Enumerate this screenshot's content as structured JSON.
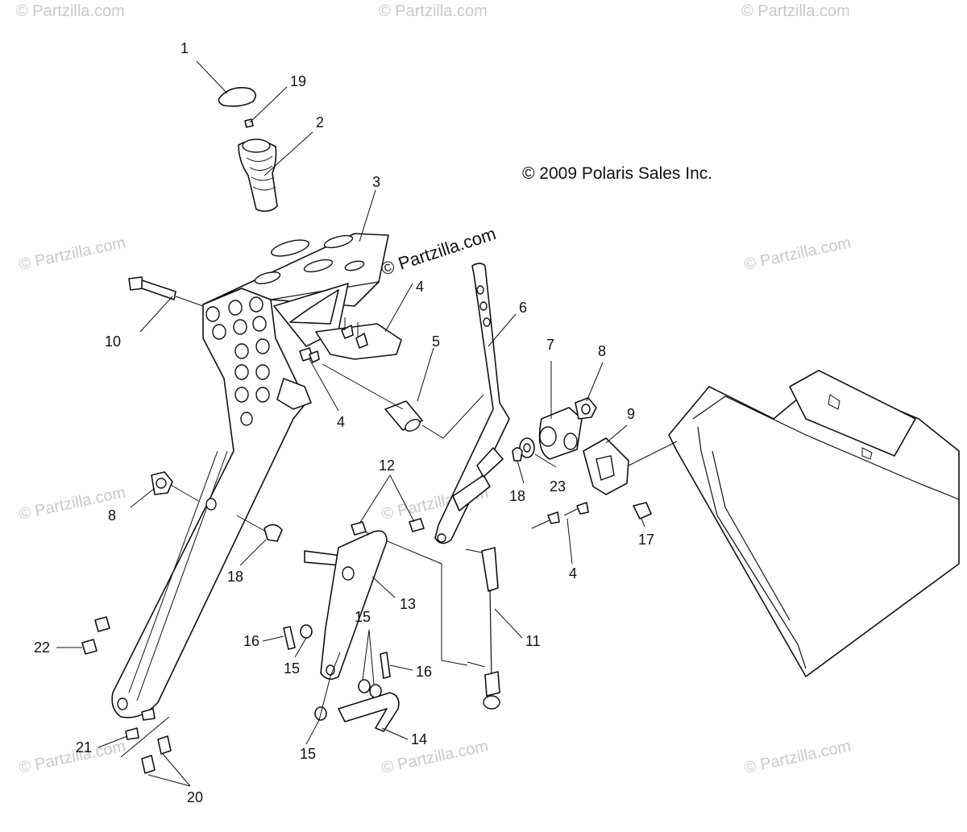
{
  "copyright": "© 2009 Polaris Sales Inc.",
  "center_watermark": "© Partzilla.com",
  "watermark": "© Partzilla.com",
  "callouts": [
    "1",
    "19",
    "2",
    "3",
    "4",
    "10",
    "4",
    "5",
    "6",
    "7",
    "8",
    "9",
    "8",
    "12",
    "18",
    "23",
    "17",
    "4",
    "18",
    "13",
    "11",
    "16",
    "15",
    "22",
    "15",
    "16",
    "14",
    "21",
    "15",
    "20"
  ]
}
